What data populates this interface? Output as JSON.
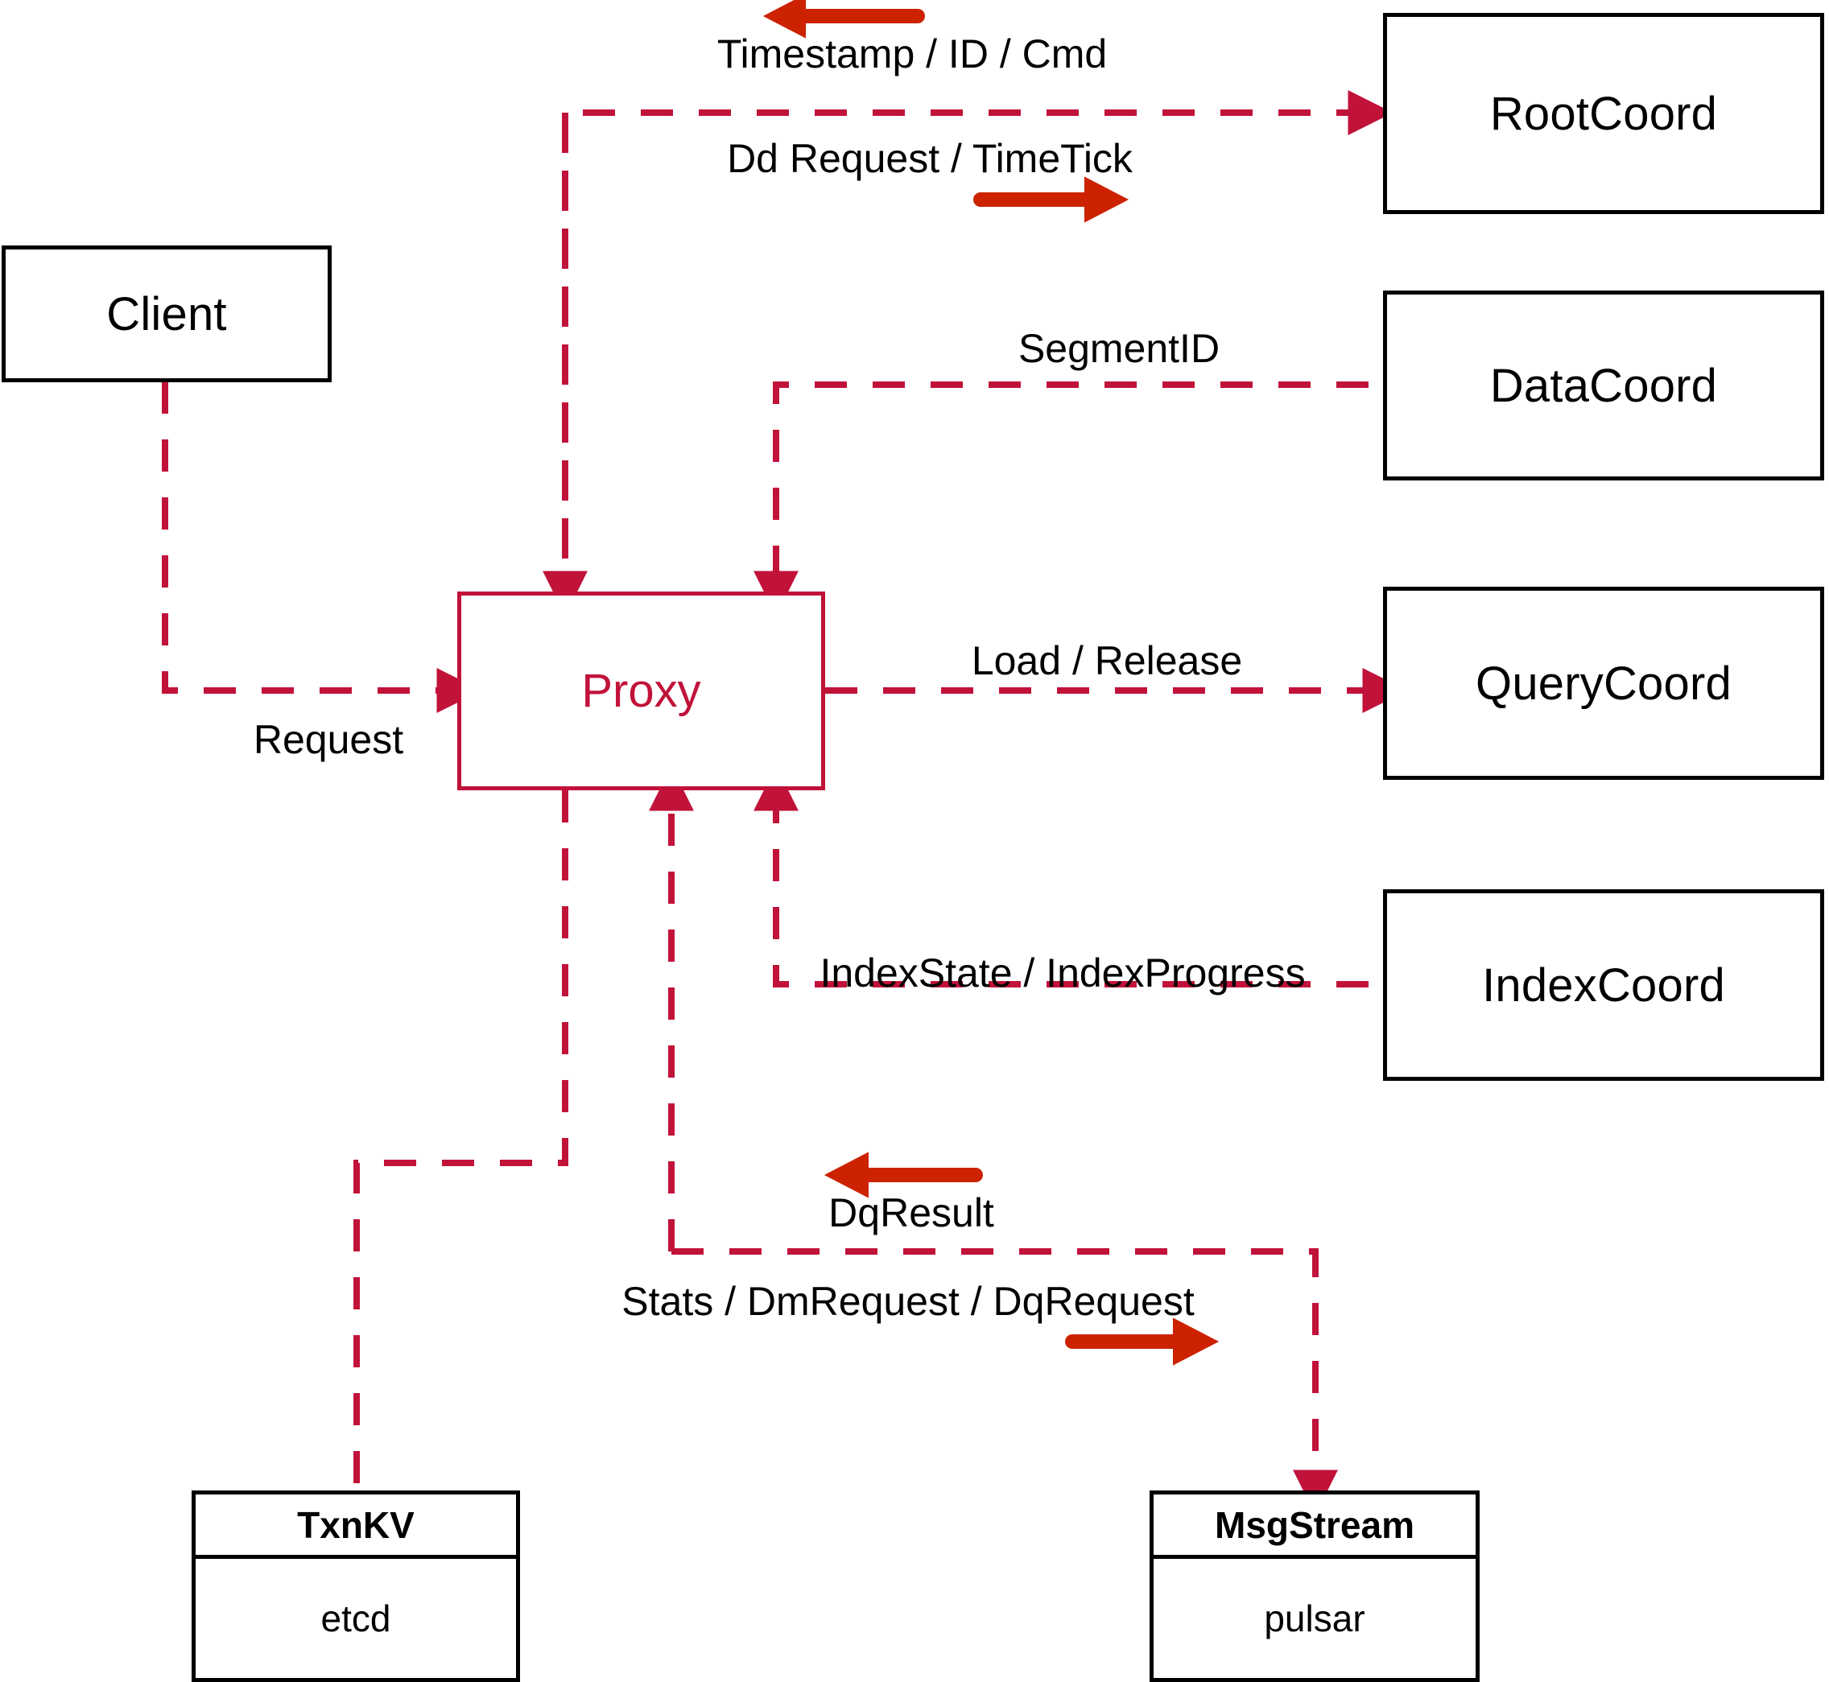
{
  "diagram": {
    "title": "Milvus Proxy interaction diagram",
    "colors": {
      "node_border": "#000000",
      "proxy": "#c1123a",
      "connector": "#c1123a",
      "direction_arrow": "#cc2200",
      "background": "#ffffff"
    }
  },
  "nodes": {
    "client": {
      "label": "Client"
    },
    "proxy": {
      "label": "Proxy"
    },
    "root_coord": {
      "label": "RootCoord"
    },
    "data_coord": {
      "label": "DataCoord"
    },
    "query_coord": {
      "label": "QueryCoord"
    },
    "index_coord": {
      "label": "IndexCoord"
    },
    "txnkv": {
      "title": "TxnKV",
      "impl": "etcd"
    },
    "msgstream": {
      "title": "MsgStream",
      "impl": "pulsar"
    }
  },
  "edges": [
    {
      "id": "timestamp-id-cmd",
      "label": "Timestamp / ID / Cmd",
      "from": "RootCoord",
      "to": "Proxy",
      "direction": "left"
    },
    {
      "id": "dd-request-timetick",
      "label": "Dd Request / TimeTick",
      "from": "Proxy",
      "to": "RootCoord",
      "direction": "right"
    },
    {
      "id": "segment-id",
      "label": "SegmentID",
      "from": "DataCoord",
      "to": "Proxy",
      "direction": "left"
    },
    {
      "id": "request",
      "label": "Request",
      "from": "Client",
      "to": "Proxy",
      "direction": "right"
    },
    {
      "id": "load-release",
      "label": "Load / Release",
      "from": "Proxy",
      "to": "QueryCoord",
      "direction": "right"
    },
    {
      "id": "index-state-progress",
      "label": "IndexState / IndexProgress",
      "from": "IndexCoord",
      "to": "Proxy",
      "direction": "left"
    },
    {
      "id": "dq-result",
      "label": "DqResult",
      "from": "MsgStream",
      "to": "Proxy",
      "direction": "left"
    },
    {
      "id": "stats-dm-dq-request",
      "label": "Stats / DmRequest / DqRequest",
      "from": "Proxy",
      "to": "MsgStream",
      "direction": "right"
    }
  ]
}
